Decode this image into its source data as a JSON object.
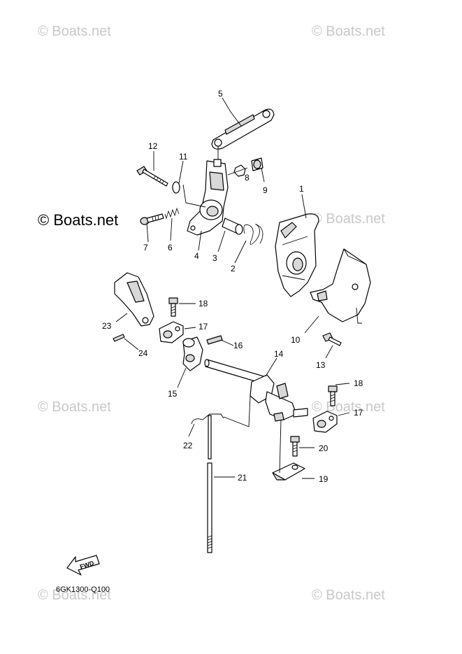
{
  "watermarks": {
    "text": "© Boats.net",
    "main_text": "© Boats.net"
  },
  "diagram_code": "6GK1300-Q100",
  "fwd_label": "FWD",
  "callouts": {
    "c1": "1",
    "c2": "2",
    "c3": "3",
    "c4": "4",
    "c5": "5",
    "c6": "6",
    "c7": "7",
    "c8": "8",
    "c9": "9",
    "c10": "10",
    "c11": "11",
    "c12": "12",
    "c13": "13",
    "c14": "14",
    "c15": "15",
    "c16": "16",
    "c17a": "17",
    "c17b": "17",
    "c18a": "18",
    "c18b": "18",
    "c19": "19",
    "c20": "20",
    "c21": "21",
    "c22": "22",
    "c23": "23",
    "c24": "24"
  },
  "colors": {
    "watermark": "#c8c8c8",
    "ink": "#000000"
  }
}
